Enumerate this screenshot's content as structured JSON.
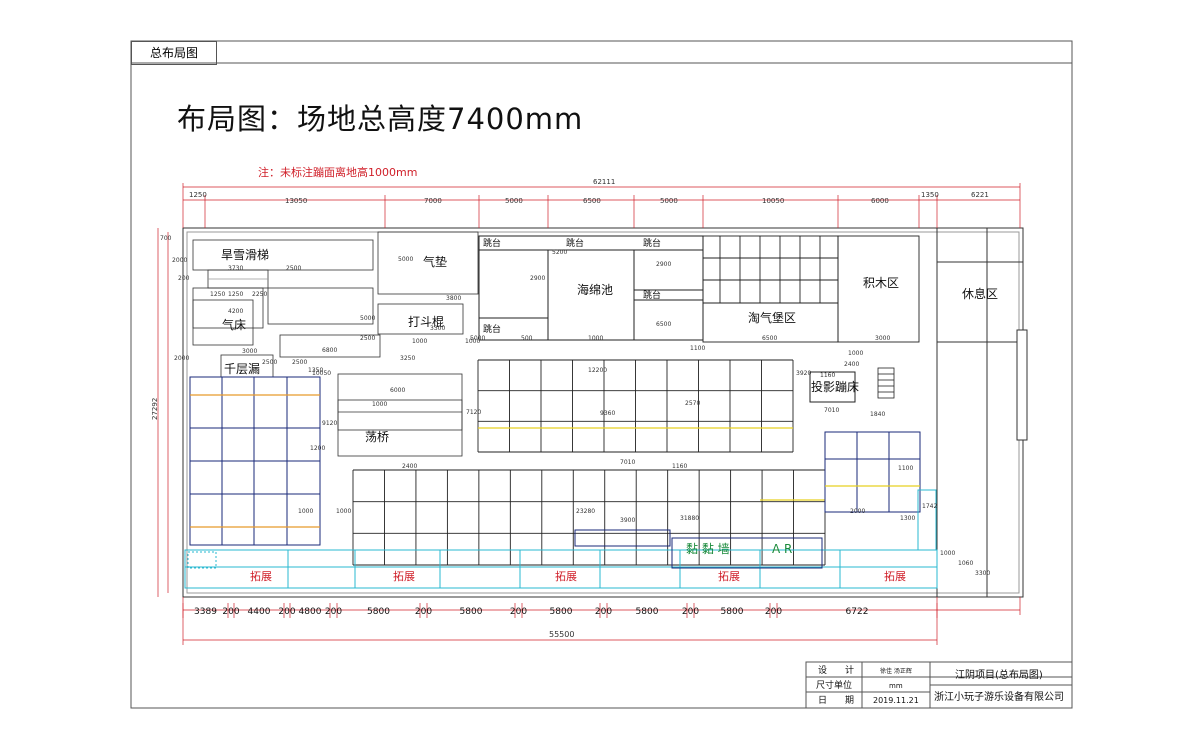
{
  "sheet": {
    "tag": "总布局图",
    "heading": "布局图：场地总高度7400mm",
    "note": "注：未标注蹦面离地高1000mm"
  },
  "zones": {
    "dry_slide": "旱雪滑梯",
    "air_cushion": "气垫",
    "air_bed": "气床",
    "pillow_fight": "打斗棍",
    "thousand_layer": "千层漏",
    "sway_bridge": "荡桥",
    "jump_platform": "跳台",
    "sponge_pool": "海绵池",
    "naughty_castle": "淘气堡区",
    "building_blocks": "积木区",
    "rest_area": "休息区",
    "projection_trampoline": "投影蹦床",
    "sticky_wall": "黏 黏 墙",
    "ar_label": "A R",
    "expansion": "拓展"
  },
  "dimensions": {
    "total_width": "62111",
    "top_row": [
      "1250",
      "13050",
      "7000",
      "5000",
      "6500",
      "5000",
      "10050",
      "6000",
      "1350",
      "6221"
    ],
    "bottom_row": [
      "3389",
      "200",
      "4400",
      "200",
      "4800",
      "200",
      "5800",
      "200",
      "5800",
      "200",
      "5800",
      "200",
      "5800",
      "200",
      "5800",
      "200",
      "6722"
    ],
    "bottom_total": "55500",
    "left_height": "27292",
    "misc": [
      "700",
      "2000",
      "3730",
      "2500",
      "1250",
      "1250",
      "2250",
      "4200",
      "3000",
      "2500",
      "6800",
      "5000",
      "5000",
      "2900",
      "2900",
      "6500",
      "5000",
      "1000",
      "3800",
      "1000",
      "500",
      "1000",
      "2500",
      "6500",
      "3000",
      "10050",
      "6000",
      "1000",
      "7120",
      "9120",
      "1350",
      "1200",
      "1000",
      "1000",
      "12200",
      "9360",
      "2570",
      "2400",
      "23280",
      "7010",
      "1160",
      "31880",
      "2400",
      "1160",
      "7010",
      "3920",
      "1000",
      "1840",
      "1100",
      "3900",
      "2000",
      "1000",
      "3300",
      "1060",
      "1742",
      "1300",
      "200",
      "2000",
      "3250",
      "2500",
      "3300",
      "5200",
      "1100"
    ]
  },
  "title_block": {
    "design_label": "设　　计",
    "design_value": "徐佳 汤正辉",
    "unit_label": "尺寸单位",
    "unit_value": "mm",
    "date_label": "日　　期",
    "date_value": "2019.11.21",
    "project": "江阴项目(总布局图)",
    "company": "浙江小玩子游乐设备有限公司"
  }
}
